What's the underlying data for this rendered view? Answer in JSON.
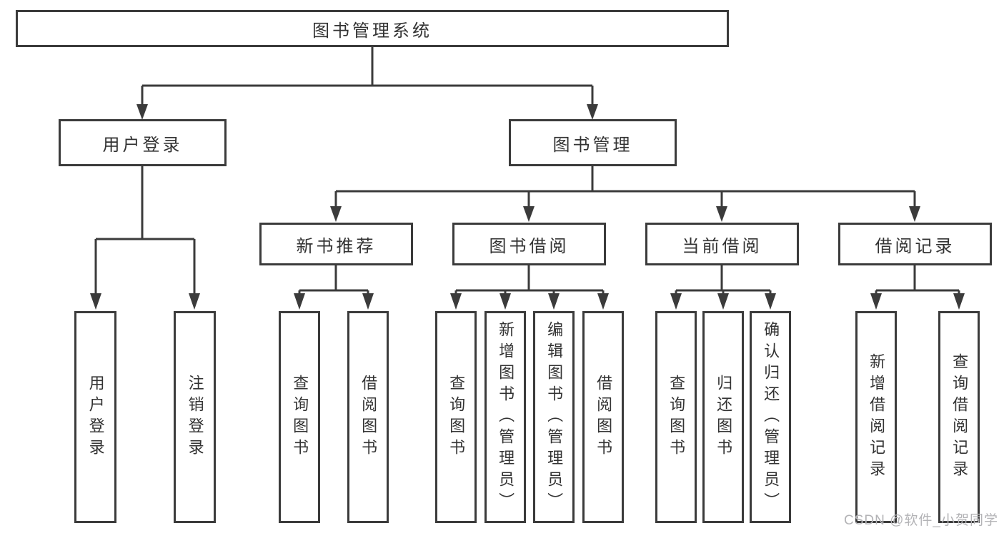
{
  "diagram": {
    "root": {
      "label": "图书管理系统"
    },
    "branches": [
      {
        "label": "用户登录",
        "children": [
          "用户登录",
          "注销登录"
        ]
      },
      {
        "label": "图书管理",
        "children_groups": [
          {
            "label": "新书推荐",
            "children": [
              "查询图书",
              "借阅图书"
            ]
          },
          {
            "label": "图书借阅",
            "children": [
              "查询图书",
              "新增图书（管理员）",
              "编辑图书（管理员）",
              "借阅图书"
            ]
          },
          {
            "label": "当前借阅",
            "children": [
              "查询图书",
              "归还图书",
              "确认归还（管理员）"
            ]
          },
          {
            "label": "借阅记录",
            "children": [
              "新增借阅记录",
              "查询借阅记录"
            ]
          }
        ]
      }
    ]
  },
  "watermark": "CSDN @软件_小贺同学",
  "colors": {
    "line": "#3b3b3b",
    "text": "#333333",
    "watermark": "#b3b3b6",
    "background": "#ffffff"
  }
}
